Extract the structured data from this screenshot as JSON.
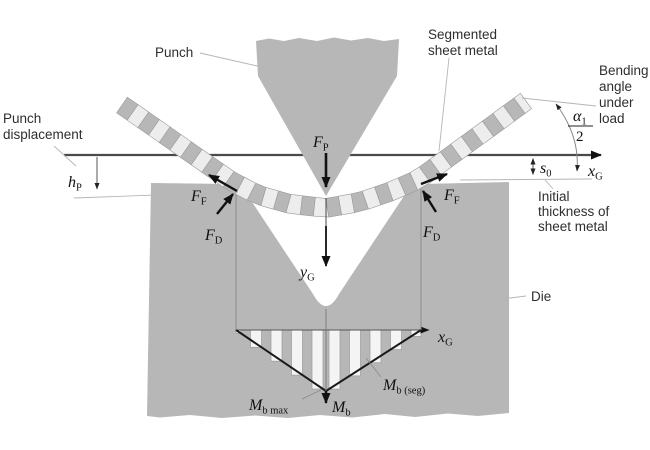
{
  "figure": {
    "labels": {
      "punch": "Punch",
      "punch_displacement": [
        "Punch",
        "displacement"
      ],
      "segmented_sheet": [
        "Segmented",
        "sheet metal"
      ],
      "bending_angle": [
        "Bending",
        "angle",
        "under",
        "load"
      ],
      "initial_thickness": [
        "Initial",
        "thickness of",
        "sheet metal"
      ],
      "die": "Die"
    },
    "symbols": {
      "FP": {
        "b": "F",
        "s": "P"
      },
      "FF": {
        "b": "F",
        "s": "F"
      },
      "FD": {
        "b": "F",
        "s": "D"
      },
      "hP": {
        "b": "h",
        "s": "P"
      },
      "s0": {
        "b": "s",
        "s": "0"
      },
      "xG": {
        "b": "x",
        "s": "G"
      },
      "yG": {
        "b": "y",
        "s": "G"
      },
      "Mb": {
        "b": "M",
        "s": "b"
      },
      "MbMax": {
        "b": "M",
        "s": "b max"
      },
      "MbSeg": {
        "b": "M",
        "s": "b (seg)"
      },
      "alpha": {
        "b": "α",
        "s": "1"
      },
      "alpha_denominator": "2"
    },
    "colors": {
      "metal": "#b7b7b7",
      "stripe_light": "#ededed",
      "bar_fill": "#f4f4f4",
      "edge": "#9b9b9b",
      "line_dark": "#4a4a4a",
      "arrow": "#111111",
      "leader": "#b5b5b5"
    }
  }
}
